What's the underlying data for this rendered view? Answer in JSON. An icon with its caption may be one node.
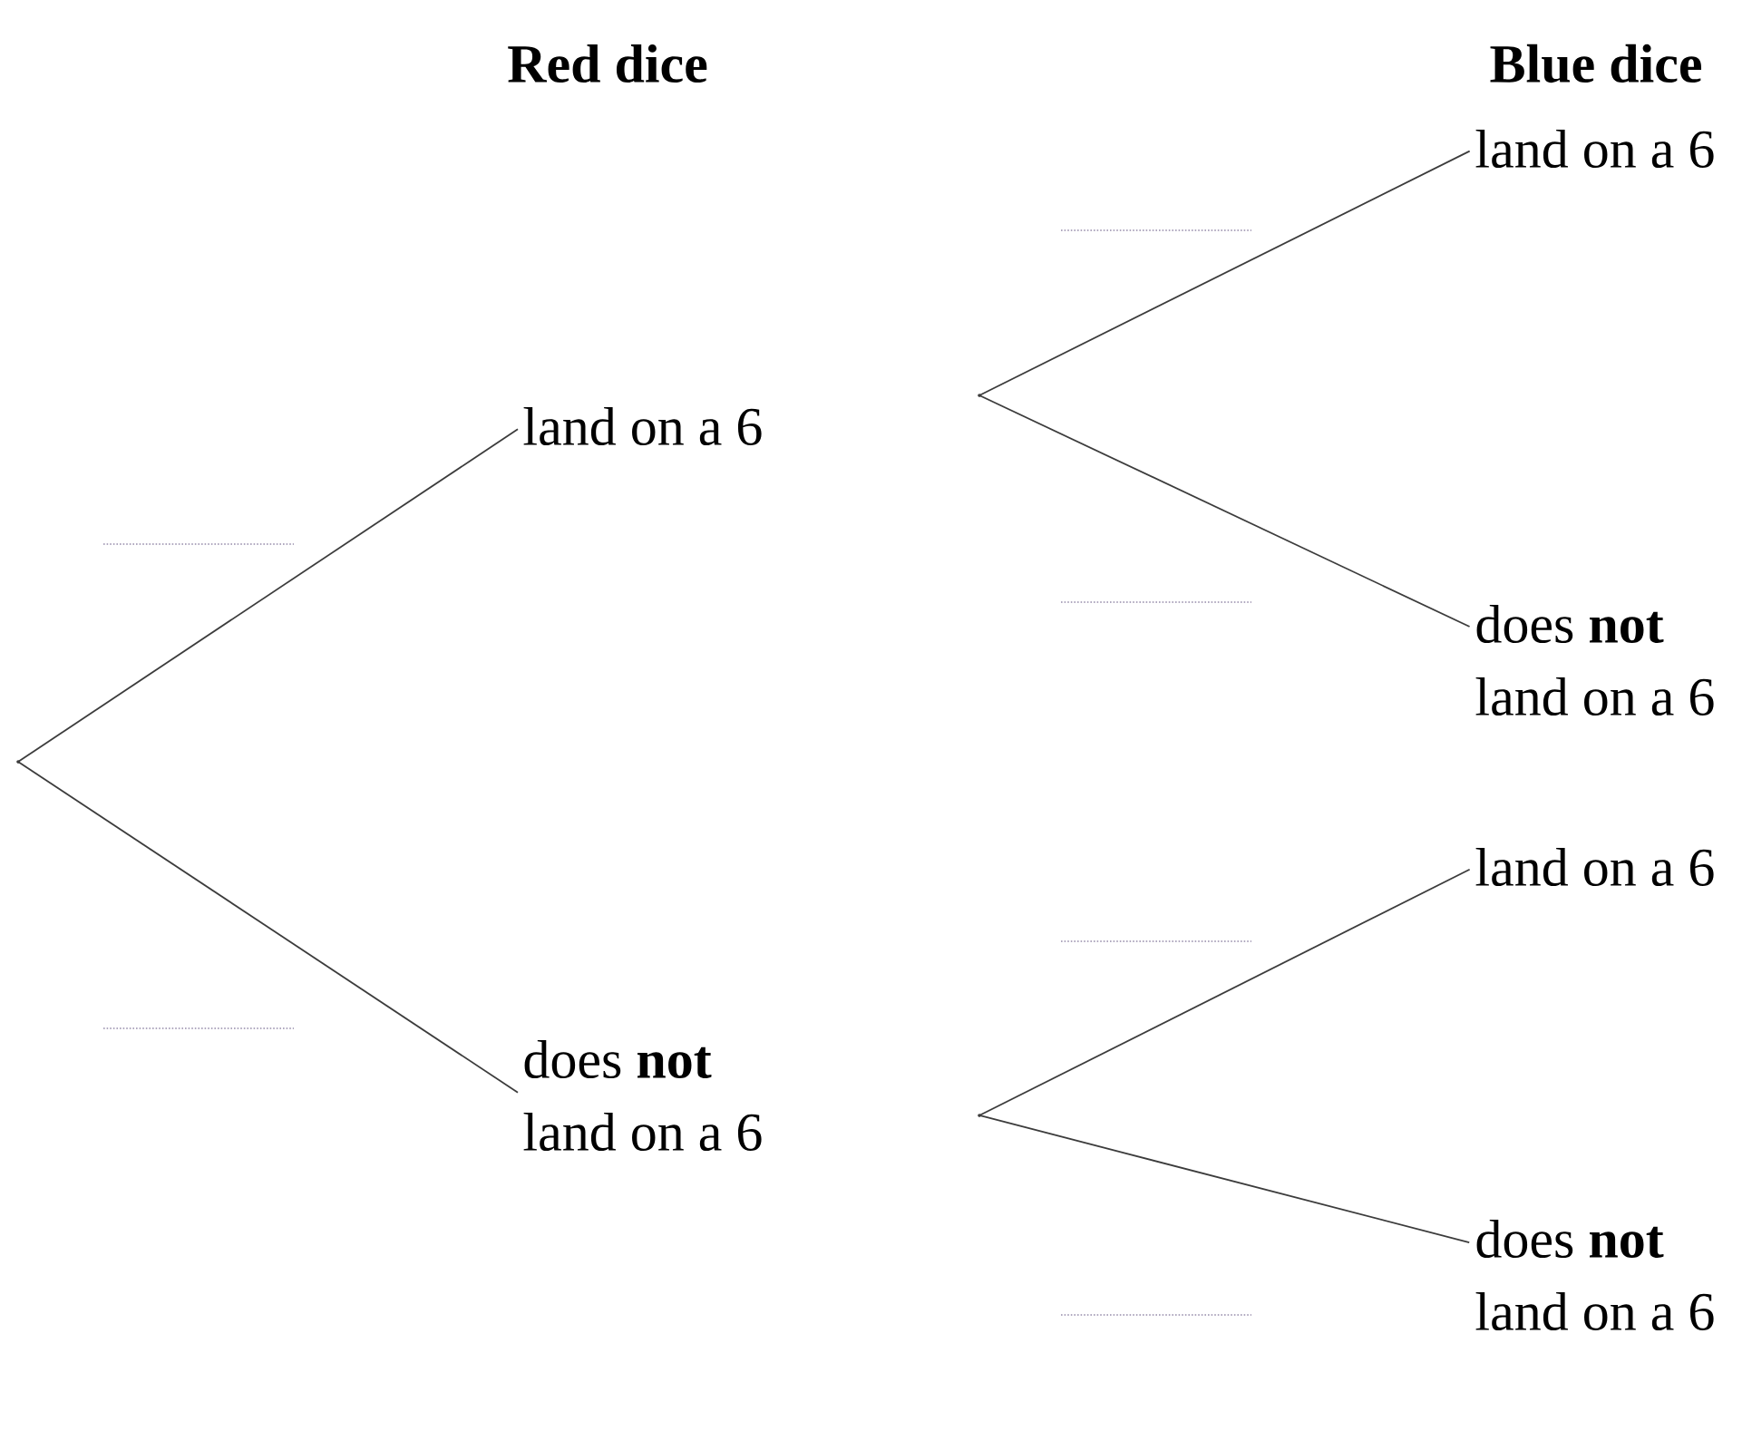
{
  "diagram": {
    "nodes": [
      {
        "text": [],
        "shape": "point"
      },
      {
        "text": [
          "land on a 6"
        ]
      },
      {
        "text": [
          "does **not** land on a 6"
        ]
      },
      {
        "text": [],
        "shape": "point"
      },
      {
        "text": [
          "land on a 6"
        ]
      },
      {
        "text": [
          "does **not** land on a 6"
        ]
      },
      {
        "text": [],
        "shape": "point"
      },
      {
        "text": [
          "land on a 6"
        ]
      },
      {
        "text": [
          "does **not** land on a 6"
        ]
      }
    ],
    "edges": [
      {
        "from": 0,
        "to": 1,
        "arrow": "none"
      },
      {
        "from": 0,
        "to": 2,
        "arrow": "none"
      },
      {
        "from": 3,
        "to": 4,
        "arrow": "none"
      },
      {
        "from": 3,
        "to": 5,
        "arrow": "none"
      },
      {
        "from": 6,
        "to": 7,
        "arrow": "none"
      },
      {
        "from": 6,
        "to": 8,
        "arrow": "none"
      }
    ],
    "labels": [
      "Red dice",
      "Blue dice"
    ]
  }
}
